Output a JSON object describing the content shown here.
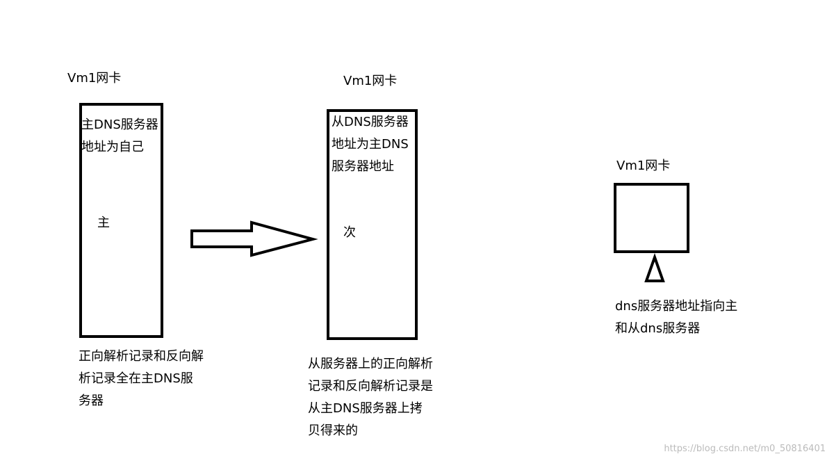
{
  "nodes": {
    "primary": {
      "nic_label": "Vm1网卡",
      "box_lines": [
        "主DNS服务器",
        "地址为自己"
      ],
      "role": "主",
      "caption_lines": [
        "正向解析记录和反向解",
        "析记录全在主DNS服",
        "务器"
      ]
    },
    "secondary": {
      "nic_label": "Vm1网卡",
      "box_lines": [
        "从DNS服务器",
        "地址为主DNS",
        "服务器地址"
      ],
      "role": "次",
      "caption_lines": [
        "从服务器上的正向解析",
        "记录和反向解析记录是",
        "从主DNS服务器上拷",
        "贝得来的"
      ]
    },
    "client": {
      "nic_label": "Vm1网卡",
      "caption_lines": [
        "dns服务器地址指向主",
        "和从dns服务器"
      ]
    }
  },
  "watermark": "https://blog.csdn.net/m0_50816401",
  "colors": {
    "stroke": "#000000",
    "background": "#ffffff",
    "watermark": "#bbbbbb"
  }
}
